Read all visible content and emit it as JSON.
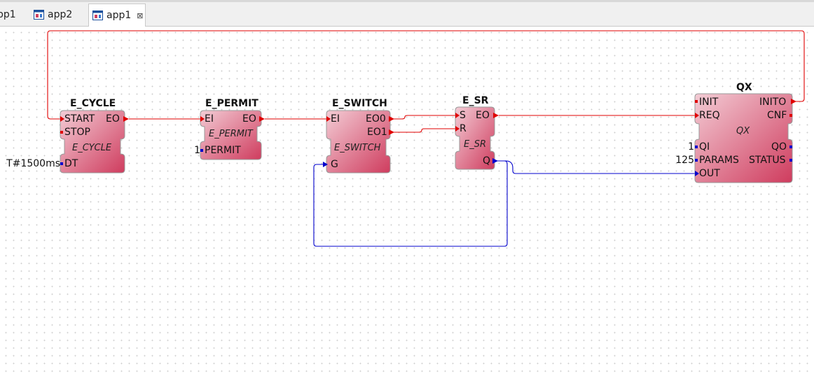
{
  "tabs": [
    {
      "label": "pp1"
    },
    {
      "label": "app2"
    },
    {
      "label": "app1",
      "close": "⊠"
    }
  ],
  "colors": {
    "event_wire": "#e00000",
    "data_wire": "#0000cc",
    "block_light": "#f0c0ca",
    "block_dark": "#d04060"
  },
  "blocks": {
    "e_cycle": {
      "title": "E_CYCLE",
      "type": "E_CYCLE",
      "pins": {
        "start": "START",
        "stop": "STOP",
        "eo": "EO",
        "dt": "DT"
      },
      "params": {
        "dt": "T#1500ms"
      }
    },
    "e_permit": {
      "title": "E_PERMIT",
      "type": "E_PERMIT",
      "pins": {
        "ei": "EI",
        "eo": "EO",
        "permit": "PERMIT"
      },
      "params": {
        "permit": "1"
      }
    },
    "e_switch": {
      "title": "E_SWITCH",
      "type": "E_SWITCH",
      "pins": {
        "ei": "EI",
        "eo0": "EO0",
        "eo1": "EO1",
        "g": "G"
      }
    },
    "e_sr": {
      "title": "E_SR",
      "type": "E_SR",
      "pins": {
        "s": "S",
        "r": "R",
        "eo": "EO",
        "q": "Q"
      }
    },
    "qx": {
      "title": "QX",
      "type": "QX",
      "pins": {
        "init": "INIT",
        "req": "REQ",
        "inito": "INITO",
        "cnf": "CNF",
        "qi": "QI",
        "params": "PARAMS",
        "out": "OUT",
        "qo": "QO",
        "status": "STATUS"
      },
      "params": {
        "qi": "1",
        "params": "125"
      }
    }
  }
}
